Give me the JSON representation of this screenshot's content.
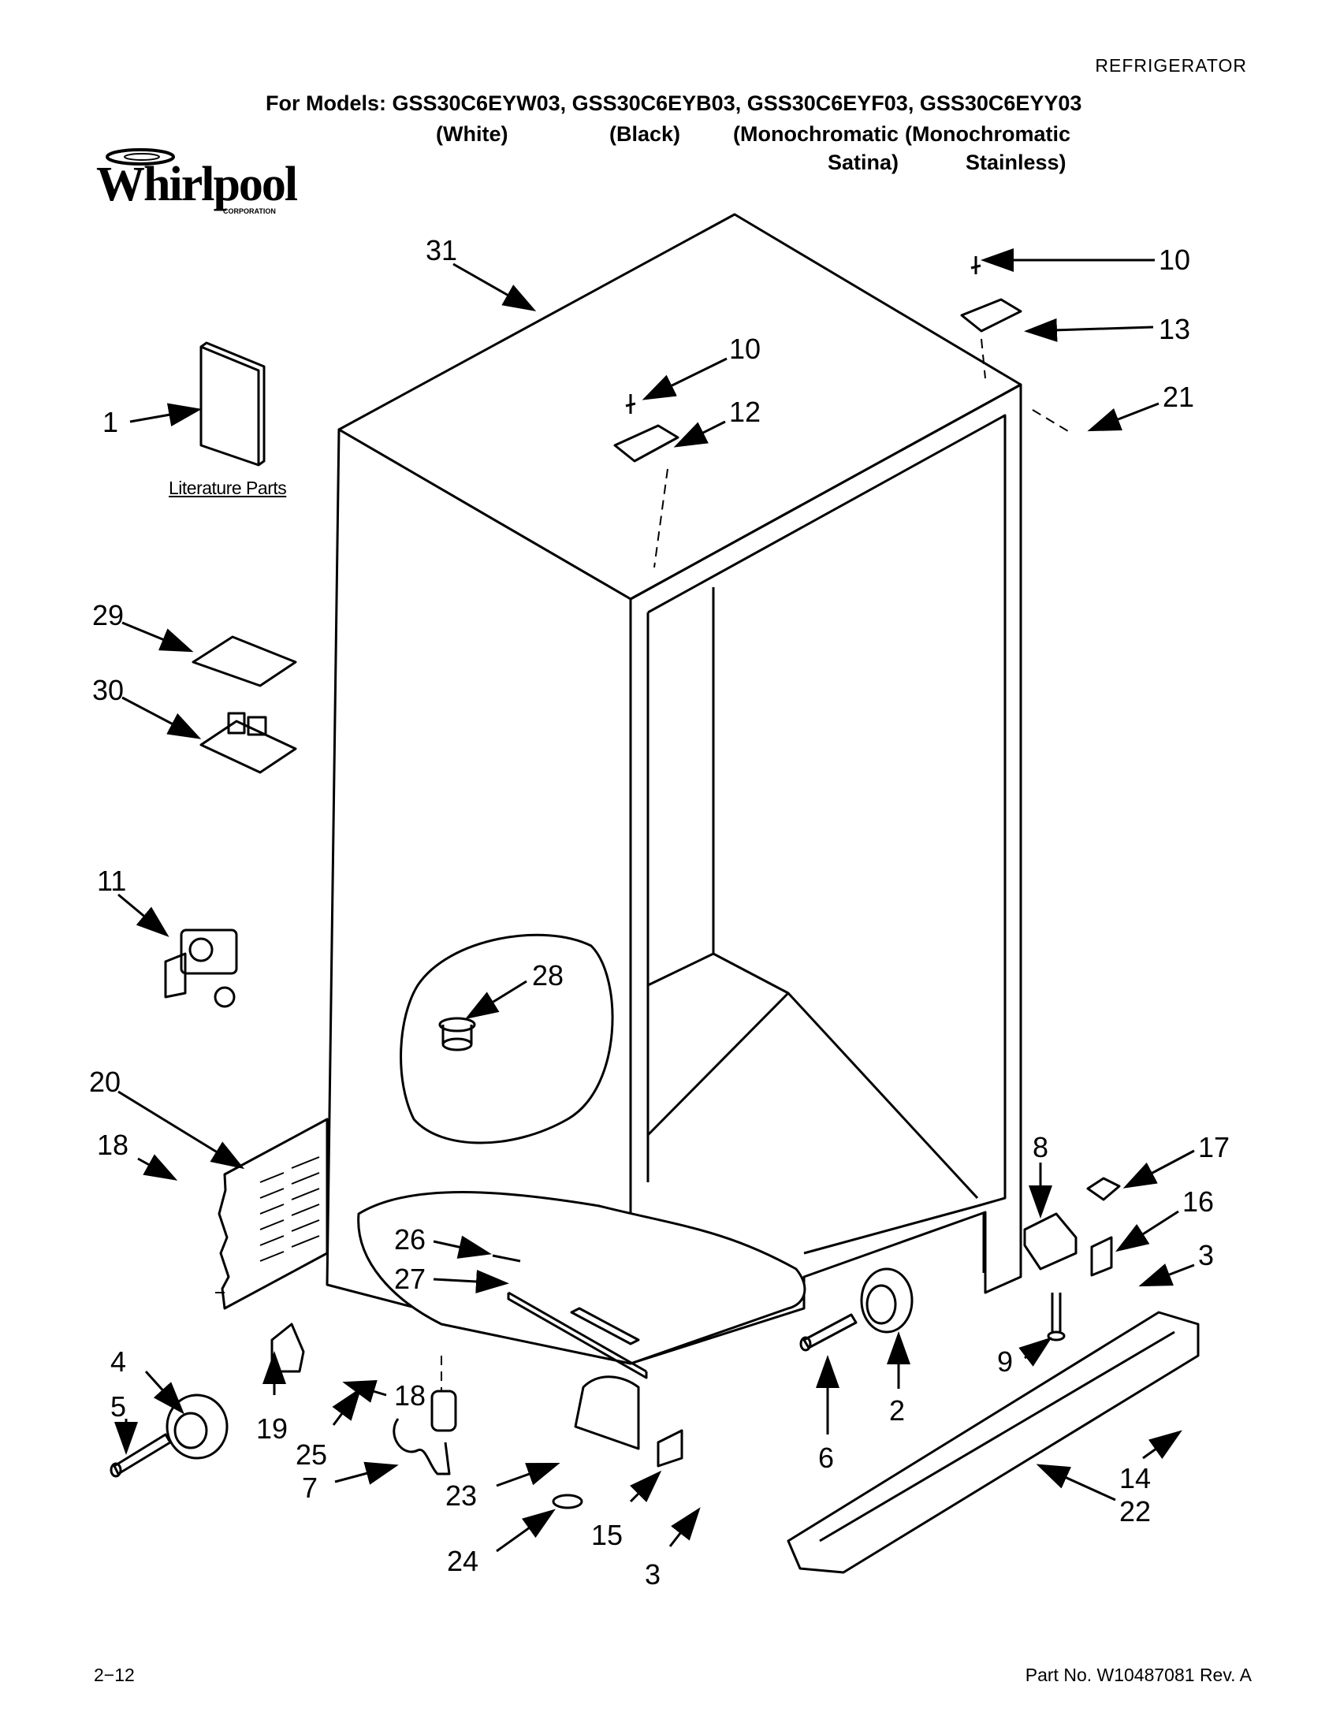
{
  "header": {
    "category": "REFRIGERATOR",
    "models_line": "For Models: GSS30C6EYW03, GSS30C6EYB03, GSS30C6EYF03, GSS30C6EYY03",
    "color_white": "(White)",
    "color_black": "(Black)",
    "color_satina_1": "(Monochromatic",
    "color_satina_2": "Satina)",
    "color_stainless_1": "(Monochromatic",
    "color_stainless_2": "Stainless)"
  },
  "brand": {
    "name": "Whirlpool",
    "sub": "CORPORATION"
  },
  "diagram": {
    "literature_label": "Literature Parts",
    "callouts": [
      "31",
      "10",
      "13",
      "21",
      "10",
      "12",
      "1",
      "29",
      "30",
      "11",
      "28",
      "20",
      "18",
      "26",
      "27",
      "8",
      "17",
      "16",
      "3",
      "4",
      "5",
      "19",
      "18",
      "25",
      "7",
      "23",
      "24",
      "15",
      "3",
      "6",
      "2",
      "9",
      "14",
      "22"
    ]
  },
  "footer": {
    "page": "2−12",
    "part_number": "Part No. W10487081 Rev. A"
  }
}
